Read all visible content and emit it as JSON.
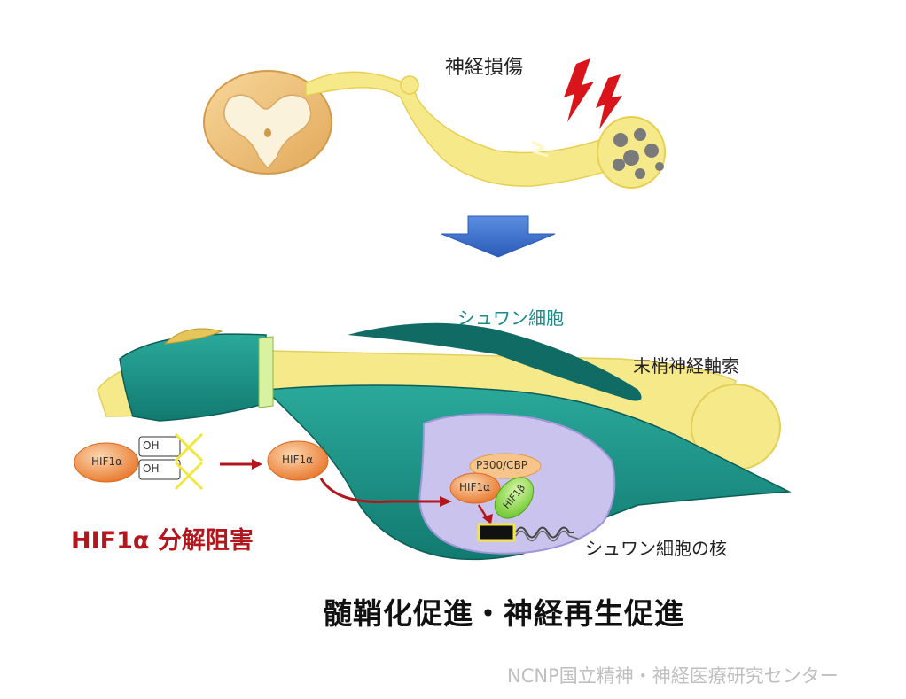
{
  "labels": {
    "nerve_injury": "神経損傷",
    "schwann_cell": "シュワン細胞",
    "peripheral_axon": "末梢神経軸索",
    "schwann_nucleus": "シュワン細胞の核",
    "hif_inhibition": "HIF1α 分解阻害",
    "result": "髄鞘化促進・神経再生促進",
    "credit": "NCNP国立精神・神経医療研究センター"
  },
  "molecules": {
    "hif1a": "HIF1α",
    "hydroxyl": "OH",
    "p300": "P300/CBP",
    "hif1b": "HIF1β"
  },
  "colors": {
    "nerve_yellow": "#f5e98a",
    "schwann_teal": "#1e9a8e",
    "schwann_dark": "#0f6b63",
    "nucleus_purple": "#c9c3ee",
    "hif_orange": "#f08a3c",
    "hif1b_green": "#8fdc4a",
    "arrow_blue": "#3a6fc9",
    "inhibit_red": "#b3171d",
    "lightning_red": "#d9141b"
  }
}
